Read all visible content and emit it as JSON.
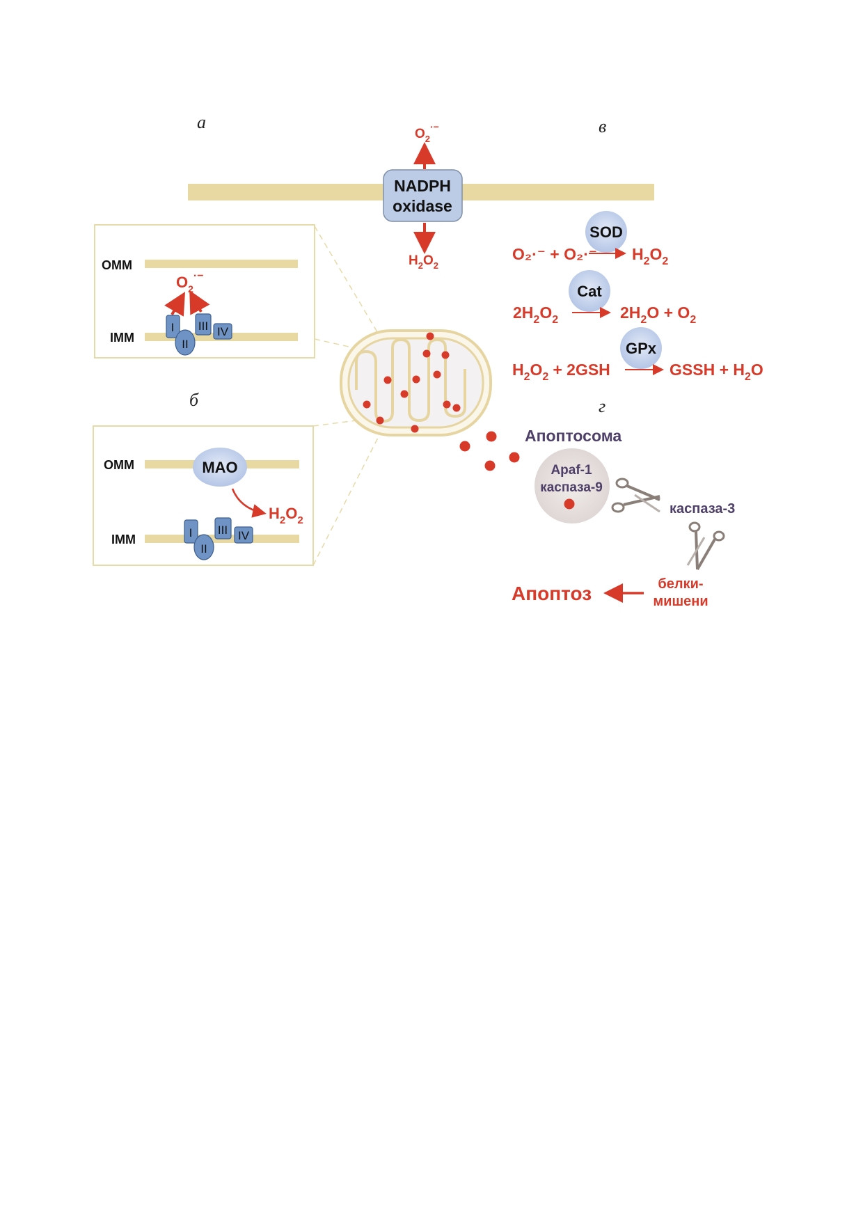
{
  "panel_labels": {
    "a": "а",
    "b": "б",
    "v": "в",
    "g": "г"
  },
  "membrane": {
    "nadph": {
      "line1": "NADPH",
      "line2": "oxidase"
    },
    "out_top": {
      "base": "O",
      "sub": "2",
      "sup": "·−"
    },
    "out_bottom": {
      "base": "H",
      "sub": "2",
      "mid": "O",
      "sub2": "2"
    }
  },
  "inset_a": {
    "omm": "OMM",
    "imm": "IMM",
    "product": {
      "base": "O",
      "sub": "2",
      "sup": "·−"
    },
    "complexes": [
      "I",
      "II",
      "III",
      "IV"
    ]
  },
  "inset_b": {
    "omm": "OMM",
    "imm": "IMM",
    "enzyme": "MAO",
    "product": {
      "base": "H",
      "sub": "2",
      "mid": "O",
      "sub2": "2"
    },
    "complexes": [
      "I",
      "II",
      "III",
      "IV"
    ]
  },
  "reactions": {
    "sod": "SOD",
    "cat": "Cat",
    "gpx": "GPx",
    "r1_left": "O₂·⁻ + O₂·⁻",
    "r1_right": {
      "base": "H",
      "sub": "2",
      "mid": "O",
      "sub2": "2"
    },
    "r2_left": {
      "pre": "2H",
      "sub": "2",
      "mid": "O",
      "sub2": "2"
    },
    "r2_right": {
      "pre": "2H",
      "sub": "2",
      "mid": "O + O",
      "sub2": "2"
    },
    "r3_left": {
      "pre": "H",
      "sub": "2",
      "mid": "O",
      "sub2": "2",
      "post": "+ 2GSH"
    },
    "r3_right": {
      "pre": "GSSH + H",
      "sub": "2",
      "post": "O"
    }
  },
  "apoptosis": {
    "apoptosome": "Апоптосома",
    "apaf": "Apaf-1",
    "casp9": "каспаза-9",
    "casp3": "каспаза-3",
    "targets1": "белки-",
    "targets2": "мишени",
    "apoptosis": "Апоптоз"
  },
  "colors": {
    "red": "#d83a2a",
    "membrane": "#e8d9a3",
    "complex": "#6f93c4",
    "enzyme": "#bccbe6",
    "purple": "#4e4068"
  }
}
